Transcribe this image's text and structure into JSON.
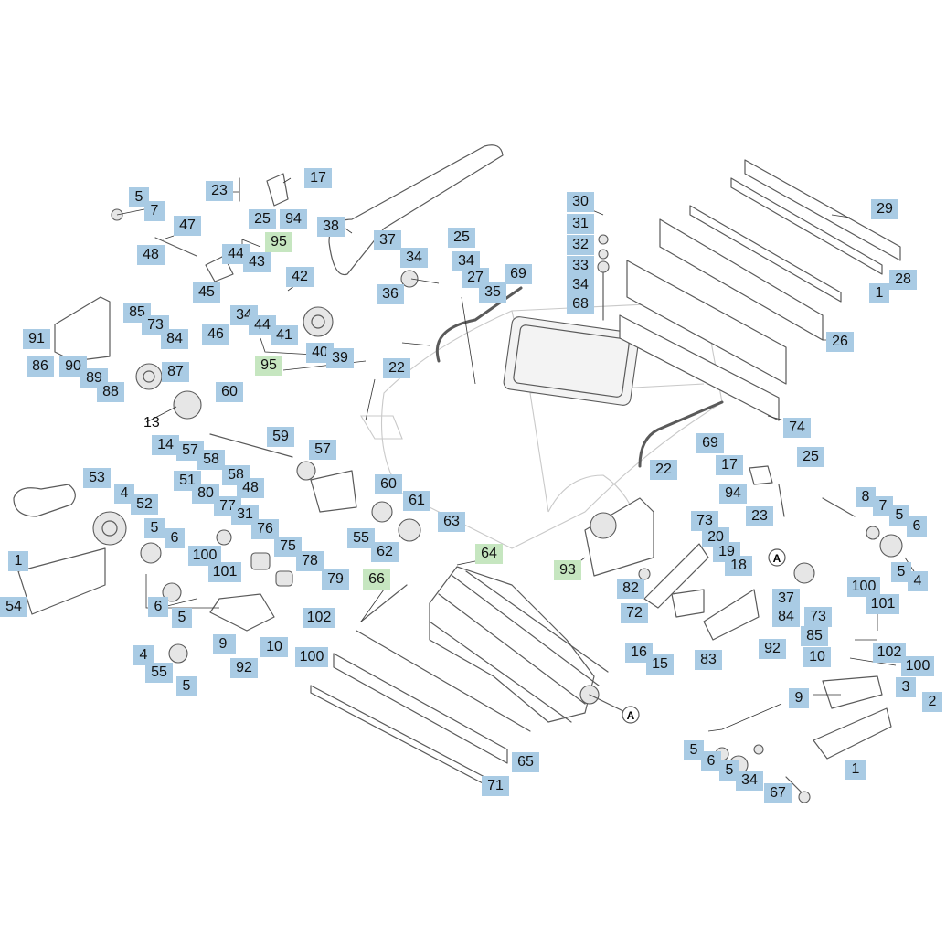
{
  "colors": {
    "blue_label": "#a9cbe4",
    "green_label": "#c6e6c0",
    "line": "#5a5a5a",
    "background": "#ffffff"
  },
  "callouts": [
    {
      "id": "c1",
      "text": "5",
      "tone": "blue"
    },
    {
      "id": "c2",
      "text": "7",
      "tone": "blue"
    },
    {
      "id": "c3",
      "text": "47",
      "tone": "blue"
    },
    {
      "id": "c4",
      "text": "48",
      "tone": "blue"
    },
    {
      "id": "c5",
      "text": "23",
      "tone": "blue"
    },
    {
      "id": "c6",
      "text": "17",
      "tone": "blue"
    },
    {
      "id": "c7",
      "text": "25",
      "tone": "blue"
    },
    {
      "id": "c8",
      "text": "94",
      "tone": "blue"
    },
    {
      "id": "c9",
      "text": "95",
      "tone": "green"
    },
    {
      "id": "c10",
      "text": "44",
      "tone": "blue"
    },
    {
      "id": "c11",
      "text": "43",
      "tone": "blue"
    },
    {
      "id": "c12",
      "text": "42",
      "tone": "blue"
    },
    {
      "id": "c13",
      "text": "38",
      "tone": "blue"
    },
    {
      "id": "c14",
      "text": "37",
      "tone": "blue"
    },
    {
      "id": "c15",
      "text": "25",
      "tone": "blue"
    },
    {
      "id": "c16",
      "text": "34",
      "tone": "blue"
    },
    {
      "id": "c17",
      "text": "34",
      "tone": "blue"
    },
    {
      "id": "c18",
      "text": "27",
      "tone": "blue"
    },
    {
      "id": "c19",
      "text": "36",
      "tone": "blue"
    },
    {
      "id": "c20",
      "text": "35",
      "tone": "blue"
    },
    {
      "id": "c21",
      "text": "69",
      "tone": "blue"
    },
    {
      "id": "c22",
      "text": "30",
      "tone": "blue"
    },
    {
      "id": "c23",
      "text": "31",
      "tone": "blue"
    },
    {
      "id": "c24",
      "text": "32",
      "tone": "blue"
    },
    {
      "id": "c25",
      "text": "33",
      "tone": "blue"
    },
    {
      "id": "c26",
      "text": "34",
      "tone": "blue"
    },
    {
      "id": "c27",
      "text": "68",
      "tone": "blue"
    },
    {
      "id": "c28",
      "text": "29",
      "tone": "blue"
    },
    {
      "id": "c29",
      "text": "28",
      "tone": "blue"
    },
    {
      "id": "c30",
      "text": "1",
      "tone": "blue"
    },
    {
      "id": "c31",
      "text": "26",
      "tone": "blue"
    },
    {
      "id": "c32",
      "text": "45",
      "tone": "blue"
    },
    {
      "id": "c33",
      "text": "34",
      "tone": "blue"
    },
    {
      "id": "c34",
      "text": "44",
      "tone": "blue"
    },
    {
      "id": "c35",
      "text": "41",
      "tone": "blue"
    },
    {
      "id": "c36",
      "text": "46",
      "tone": "blue"
    },
    {
      "id": "c37",
      "text": "40",
      "tone": "blue"
    },
    {
      "id": "c38",
      "text": "39",
      "tone": "blue"
    },
    {
      "id": "c39",
      "text": "95",
      "tone": "green"
    },
    {
      "id": "c40",
      "text": "22",
      "tone": "blue"
    },
    {
      "id": "c41",
      "text": "91",
      "tone": "blue"
    },
    {
      "id": "c42",
      "text": "85",
      "tone": "blue"
    },
    {
      "id": "c43",
      "text": "73",
      "tone": "blue"
    },
    {
      "id": "c44",
      "text": "84",
      "tone": "blue"
    },
    {
      "id": "c45",
      "text": "86",
      "tone": "blue"
    },
    {
      "id": "c46",
      "text": "90",
      "tone": "blue"
    },
    {
      "id": "c47",
      "text": "89",
      "tone": "blue"
    },
    {
      "id": "c48",
      "text": "87",
      "tone": "blue"
    },
    {
      "id": "c49",
      "text": "88",
      "tone": "blue"
    },
    {
      "id": "c50",
      "text": "60",
      "tone": "blue"
    },
    {
      "id": "c51",
      "text": "13",
      "tone": "plain"
    },
    {
      "id": "c52",
      "text": "14",
      "tone": "blue"
    },
    {
      "id": "c53",
      "text": "57",
      "tone": "blue"
    },
    {
      "id": "c54",
      "text": "58",
      "tone": "blue"
    },
    {
      "id": "c55",
      "text": "59",
      "tone": "blue"
    },
    {
      "id": "c56",
      "text": "57",
      "tone": "blue"
    },
    {
      "id": "c57",
      "text": "74",
      "tone": "blue"
    },
    {
      "id": "c58",
      "text": "69",
      "tone": "blue"
    },
    {
      "id": "c59",
      "text": "17",
      "tone": "blue"
    },
    {
      "id": "c60",
      "text": "25",
      "tone": "blue"
    },
    {
      "id": "c61",
      "text": "22",
      "tone": "blue"
    },
    {
      "id": "c62",
      "text": "94",
      "tone": "blue"
    },
    {
      "id": "c63",
      "text": "53",
      "tone": "blue"
    },
    {
      "id": "c64",
      "text": "58",
      "tone": "blue"
    },
    {
      "id": "c65",
      "text": "48",
      "tone": "blue"
    },
    {
      "id": "c66",
      "text": "51",
      "tone": "blue"
    },
    {
      "id": "c67",
      "text": "4",
      "tone": "blue"
    },
    {
      "id": "c68",
      "text": "52",
      "tone": "blue"
    },
    {
      "id": "c69",
      "text": "80",
      "tone": "blue"
    },
    {
      "id": "c70",
      "text": "77",
      "tone": "blue"
    },
    {
      "id": "c71",
      "text": "31",
      "tone": "blue"
    },
    {
      "id": "c72",
      "text": "60",
      "tone": "blue"
    },
    {
      "id": "c73",
      "text": "61",
      "tone": "blue"
    },
    {
      "id": "c74",
      "text": "63",
      "tone": "blue"
    },
    {
      "id": "c75",
      "text": "23",
      "tone": "blue"
    },
    {
      "id": "c76",
      "text": "8",
      "tone": "blue"
    },
    {
      "id": "c77",
      "text": "7",
      "tone": "blue"
    },
    {
      "id": "c78",
      "text": "5",
      "tone": "blue"
    },
    {
      "id": "c79",
      "text": "6",
      "tone": "blue"
    },
    {
      "id": "c80",
      "text": "5",
      "tone": "blue"
    },
    {
      "id": "c81",
      "text": "6",
      "tone": "blue"
    },
    {
      "id": "c82",
      "text": "76",
      "tone": "blue"
    },
    {
      "id": "c83",
      "text": "55",
      "tone": "blue"
    },
    {
      "id": "c84",
      "text": "62",
      "tone": "blue"
    },
    {
      "id": "c85",
      "text": "73",
      "tone": "blue"
    },
    {
      "id": "c86",
      "text": "20",
      "tone": "blue"
    },
    {
      "id": "c87",
      "text": "19",
      "tone": "blue"
    },
    {
      "id": "c88",
      "text": "18",
      "tone": "blue"
    },
    {
      "id": "c89",
      "text": "5",
      "tone": "blue"
    },
    {
      "id": "c90",
      "text": "4",
      "tone": "blue"
    },
    {
      "id": "c91",
      "text": "1",
      "tone": "blue"
    },
    {
      "id": "c92",
      "text": "100",
      "tone": "blue"
    },
    {
      "id": "c93",
      "text": "75",
      "tone": "blue"
    },
    {
      "id": "c94",
      "text": "64",
      "tone": "green"
    },
    {
      "id": "c95",
      "text": "93",
      "tone": "green"
    },
    {
      "id": "c96",
      "text": "54",
      "tone": "blue"
    },
    {
      "id": "c97",
      "text": "101",
      "tone": "blue"
    },
    {
      "id": "c98",
      "text": "78",
      "tone": "blue"
    },
    {
      "id": "c99",
      "text": "79",
      "tone": "blue"
    },
    {
      "id": "c100",
      "text": "66",
      "tone": "green"
    },
    {
      "id": "c101",
      "text": "82",
      "tone": "blue"
    },
    {
      "id": "c102",
      "text": "72",
      "tone": "blue"
    },
    {
      "id": "c103",
      "text": "37",
      "tone": "blue"
    },
    {
      "id": "c104",
      "text": "84",
      "tone": "blue"
    },
    {
      "id": "c105",
      "text": "73",
      "tone": "blue"
    },
    {
      "id": "c106",
      "text": "100",
      "tone": "blue"
    },
    {
      "id": "c107",
      "text": "101",
      "tone": "blue"
    },
    {
      "id": "c108",
      "text": "6",
      "tone": "blue"
    },
    {
      "id": "c109",
      "text": "5",
      "tone": "blue"
    },
    {
      "id": "c110",
      "text": "102",
      "tone": "blue"
    },
    {
      "id": "c111",
      "text": "85",
      "tone": "blue"
    },
    {
      "id": "c112",
      "text": "10",
      "tone": "blue"
    },
    {
      "id": "c113",
      "text": "102",
      "tone": "blue"
    },
    {
      "id": "c114",
      "text": "100",
      "tone": "blue"
    },
    {
      "id": "c115",
      "text": "9",
      "tone": "blue"
    },
    {
      "id": "c116",
      "text": "10",
      "tone": "blue"
    },
    {
      "id": "c117",
      "text": "16",
      "tone": "blue"
    },
    {
      "id": "c118",
      "text": "15",
      "tone": "blue"
    },
    {
      "id": "c119",
      "text": "83",
      "tone": "blue"
    },
    {
      "id": "c120",
      "text": "92",
      "tone": "blue"
    },
    {
      "id": "c121",
      "text": "4",
      "tone": "blue"
    },
    {
      "id": "c122",
      "text": "9",
      "tone": "blue"
    },
    {
      "id": "c123",
      "text": "100",
      "tone": "blue"
    },
    {
      "id": "c124",
      "text": "55",
      "tone": "blue"
    },
    {
      "id": "c125",
      "text": "92",
      "tone": "blue"
    },
    {
      "id": "c126",
      "text": "5",
      "tone": "blue"
    },
    {
      "id": "c127",
      "text": "9",
      "tone": "blue"
    },
    {
      "id": "c128",
      "text": "3",
      "tone": "blue"
    },
    {
      "id": "c129",
      "text": "2",
      "tone": "blue"
    },
    {
      "id": "c130",
      "text": "65",
      "tone": "blue"
    },
    {
      "id": "c131",
      "text": "71",
      "tone": "blue"
    },
    {
      "id": "c132",
      "text": "5",
      "tone": "blue"
    },
    {
      "id": "c133",
      "text": "6",
      "tone": "blue"
    },
    {
      "id": "c134",
      "text": "5",
      "tone": "blue"
    },
    {
      "id": "c135",
      "text": "34",
      "tone": "blue"
    },
    {
      "id": "c136",
      "text": "67",
      "tone": "blue"
    },
    {
      "id": "c137",
      "text": "1",
      "tone": "blue"
    }
  ],
  "markers": {
    "left": "A",
    "right": "A"
  }
}
